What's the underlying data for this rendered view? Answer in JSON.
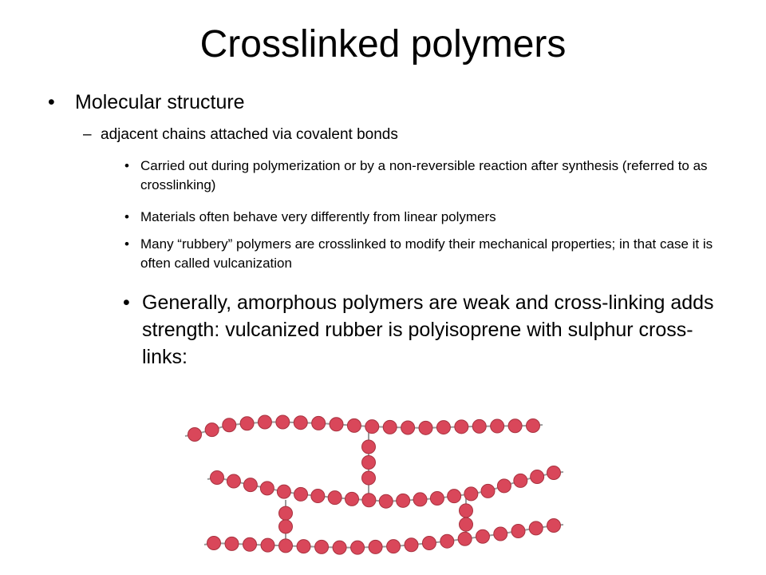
{
  "slide": {
    "title": "Crosslinked polymers",
    "bullet_char": "•",
    "dash_char": "–",
    "level1": "Molecular structure",
    "level2": "adjacent chains attached via covalent bonds",
    "level3": [
      "Carried out during polymerization or by a non-reversible reaction after synthesis (referred to as crosslinking)",
      "Materials often behave very differently from linear polymers",
      "Many “rubbery” polymers are crosslinked to modify their mechanical properties; in that case it is often called vulcanization"
    ],
    "level3_emphasis": "Generally, amorphous polymers are weak and cross-linking adds strength: vulcanized rubber is polyisoprene with sulphur cross-links:"
  },
  "diagram": {
    "bead_fill": "#d9475a",
    "bead_stroke": "#a8323f",
    "bond_color": "#9a9a9a",
    "description_icon": "crosslinked-polymer-chains"
  }
}
